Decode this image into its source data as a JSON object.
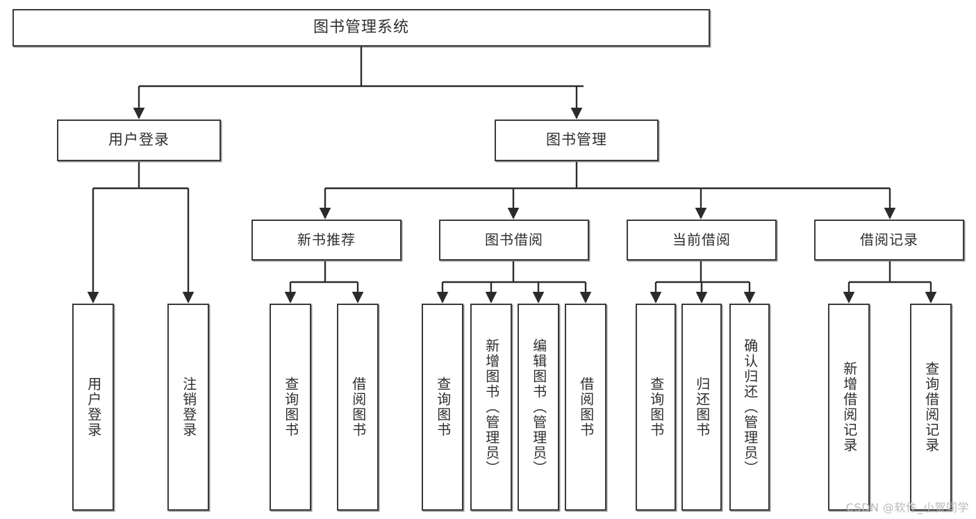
{
  "diagram": {
    "title": "图书管理系统",
    "type": "hierarchy-tree",
    "watermark": "CSDN @软件_小贺同学",
    "colors": {
      "background": "#ffffff",
      "node_border": "#3a3a3a",
      "node_fill": "#ffffff",
      "edge": "#2b2b2b",
      "text": "#2e2e2e",
      "watermark": "#b9b9b9"
    },
    "nodes": {
      "root": {
        "label": "图书管理系统"
      },
      "level1": [
        {
          "id": "user-login",
          "label": "用户登录"
        },
        {
          "id": "book-manage",
          "label": "图书管理"
        }
      ],
      "level2": [
        {
          "id": "new-book-recommend",
          "label": "新书推荐",
          "parent": "book-manage"
        },
        {
          "id": "book-borrow",
          "label": "图书借阅",
          "parent": "book-manage"
        },
        {
          "id": "current-borrow",
          "label": "当前借阅",
          "parent": "book-manage"
        },
        {
          "id": "borrow-record",
          "label": "借阅记录",
          "parent": "book-manage"
        }
      ],
      "leaves": [
        {
          "id": "leaf-user-login",
          "label": "用户登录",
          "parent": "user-login"
        },
        {
          "id": "leaf-logout-login",
          "label": "注销登录",
          "parent": "user-login"
        },
        {
          "id": "leaf-query-book-1",
          "label": "查询图书",
          "parent": "new-book-recommend"
        },
        {
          "id": "leaf-borrow-book-1",
          "label": "借阅图书",
          "parent": "new-book-recommend"
        },
        {
          "id": "leaf-query-book-2",
          "label": "查询图书",
          "parent": "book-borrow"
        },
        {
          "id": "leaf-add-book",
          "label": "新增图书（管理员）",
          "parent": "book-borrow"
        },
        {
          "id": "leaf-edit-book",
          "label": "编辑图书（管理员）",
          "parent": "book-borrow"
        },
        {
          "id": "leaf-borrow-book-2",
          "label": "借阅图书",
          "parent": "book-borrow"
        },
        {
          "id": "leaf-query-book-3",
          "label": "查询图书",
          "parent": "current-borrow"
        },
        {
          "id": "leaf-return-book",
          "label": "归还图书",
          "parent": "current-borrow"
        },
        {
          "id": "leaf-confirm-return",
          "label": "确认归还（管理员）",
          "parent": "current-borrow"
        },
        {
          "id": "leaf-add-record",
          "label": "新增借阅记录",
          "parent": "borrow-record"
        },
        {
          "id": "leaf-query-record",
          "label": "查询借阅记录",
          "parent": "borrow-record"
        }
      ]
    }
  }
}
